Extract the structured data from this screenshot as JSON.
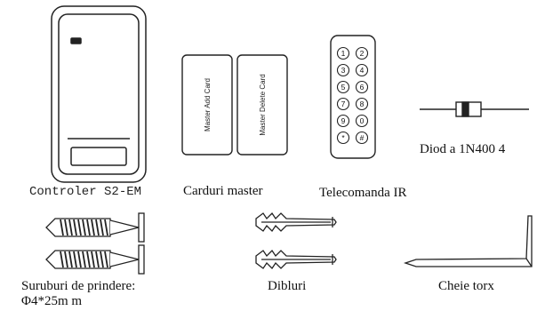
{
  "items": {
    "controller": {
      "label": "Controler S2-EM"
    },
    "cards": {
      "label": "Carduri master",
      "add_card": "Master Add Card",
      "delete_card": "Master Delete Card"
    },
    "remote": {
      "label": "Telecomanda IR",
      "keys": [
        "1",
        "2",
        "3",
        "4",
        "5",
        "6",
        "7",
        "8",
        "9",
        "0",
        "*",
        "#"
      ]
    },
    "diode": {
      "label": "Diod a 1N400 4"
    },
    "screws": {
      "label_line1": "Suruburi de prindere:",
      "label_line2": "Φ4*25m m"
    },
    "anchors": {
      "label": "Dibluri"
    },
    "torx": {
      "label": "Cheie torx"
    }
  }
}
